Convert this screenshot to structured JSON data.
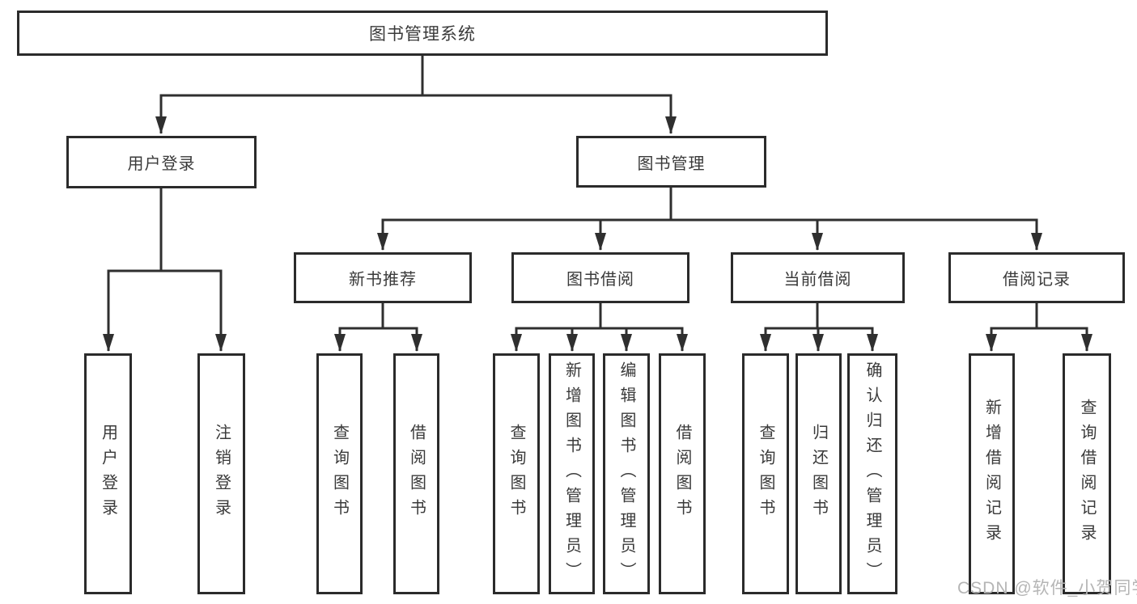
{
  "diagram": {
    "root": {
      "label": "图书管理系统"
    },
    "level2": [
      {
        "label": "用户登录",
        "children": [
          {
            "label": "用户登录"
          },
          {
            "label": "注销登录"
          }
        ]
      },
      {
        "label": "图书管理",
        "children": [
          {
            "label": "新书推荐",
            "children": [
              {
                "label": "查询图书"
              },
              {
                "label": "借阅图书"
              }
            ]
          },
          {
            "label": "图书借阅",
            "children": [
              {
                "label": "查询图书"
              },
              {
                "label": "新增图书（管理员）"
              },
              {
                "label": "编辑图书（管理员）"
              },
              {
                "label": "借阅图书"
              }
            ]
          },
          {
            "label": "当前借阅",
            "children": [
              {
                "label": "查询图书"
              },
              {
                "label": "归还图书"
              },
              {
                "label": "确认归还（管理员）"
              }
            ]
          },
          {
            "label": "借阅记录",
            "children": [
              {
                "label": "新增借阅记录"
              },
              {
                "label": "查询借阅记录"
              }
            ]
          }
        ]
      }
    ]
  },
  "watermark": {
    "text": "CSDN @软件_小贺同学"
  },
  "colors": {
    "line": "#2f2f2f",
    "box_border": "#2b2b2b",
    "text": "#3a3a3a",
    "watermark": "#b5b5b5",
    "background": "#ffffff"
  }
}
